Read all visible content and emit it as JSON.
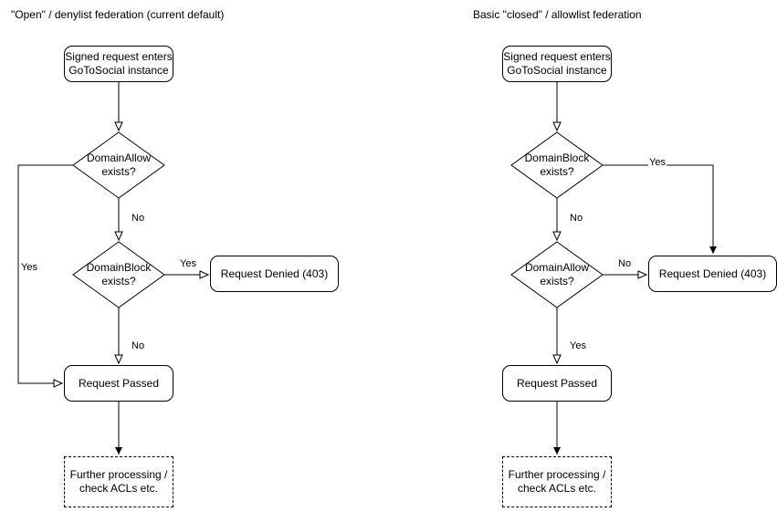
{
  "diagram": {
    "type": "flowchart",
    "background": "#ffffff",
    "stroke_color": "#000000",
    "panels": [
      {
        "id": "left",
        "title": "\"Open\" / denylist federation (current default)",
        "nodes": [
          {
            "id": "l-start",
            "shape": "rounded-rect",
            "label": "Signed request enters\nGoToSocial instance"
          },
          {
            "id": "l-allow",
            "shape": "diamond",
            "label": "DomainAllow\nexists?"
          },
          {
            "id": "l-block",
            "shape": "diamond",
            "label": "DomainBlock\nexists?"
          },
          {
            "id": "l-denied",
            "shape": "rounded-rect",
            "label": "Request Denied (403)"
          },
          {
            "id": "l-passed",
            "shape": "rounded-rect",
            "label": "Request Passed"
          },
          {
            "id": "l-further",
            "shape": "dashed-rect",
            "label": "Further processing /\ncheck ACLs etc."
          }
        ],
        "edges": [
          {
            "from": "l-start",
            "to": "l-allow",
            "label": ""
          },
          {
            "from": "l-allow",
            "to": "l-block",
            "label": "No"
          },
          {
            "from": "l-allow",
            "to": "l-passed",
            "label": "Yes"
          },
          {
            "from": "l-block",
            "to": "l-denied",
            "label": "Yes"
          },
          {
            "from": "l-block",
            "to": "l-passed",
            "label": "No"
          },
          {
            "from": "l-passed",
            "to": "l-further",
            "label": ""
          }
        ]
      },
      {
        "id": "right",
        "title": "Basic \"closed\" / allowlist federation",
        "nodes": [
          {
            "id": "r-start",
            "shape": "rounded-rect",
            "label": "Signed request enters\nGoToSocial instance"
          },
          {
            "id": "r-block",
            "shape": "diamond",
            "label": "DomainBlock\nexists?"
          },
          {
            "id": "r-allow",
            "shape": "diamond",
            "label": "DomainAllow\nexists?"
          },
          {
            "id": "r-denied",
            "shape": "rounded-rect",
            "label": "Request Denied (403)"
          },
          {
            "id": "r-passed",
            "shape": "rounded-rect",
            "label": "Request Passed"
          },
          {
            "id": "r-further",
            "shape": "dashed-rect",
            "label": "Further processing /\ncheck ACLs etc."
          }
        ],
        "edges": [
          {
            "from": "r-start",
            "to": "r-block",
            "label": ""
          },
          {
            "from": "r-block",
            "to": "r-allow",
            "label": "No"
          },
          {
            "from": "r-block",
            "to": "r-denied",
            "label": "Yes"
          },
          {
            "from": "r-allow",
            "to": "r-denied",
            "label": "No"
          },
          {
            "from": "r-allow",
            "to": "r-passed",
            "label": "Yes"
          },
          {
            "from": "r-passed",
            "to": "r-further",
            "label": ""
          }
        ]
      }
    ]
  },
  "labels": {
    "left": {
      "title": "\"Open\" / denylist federation (current default)",
      "start": "Signed request enters\nGoToSocial instance",
      "allow": "DomainAllow\nexists?",
      "block": "DomainBlock\nexists?",
      "denied": "Request Denied (403)",
      "passed": "Request Passed",
      "further": "Further processing /\ncheck ACLs etc.",
      "edge_allow_no": "No",
      "edge_allow_yes": "Yes",
      "edge_block_yes": "Yes",
      "edge_block_no": "No"
    },
    "right": {
      "title": "Basic \"closed\" / allowlist federation",
      "start": "Signed request enters\nGoToSocial instance",
      "block": "DomainBlock\nexists?",
      "allow": "DomainAllow\nexists?",
      "denied": "Request Denied (403)",
      "passed": "Request Passed",
      "further": "Further processing /\ncheck ACLs etc.",
      "edge_block_yes": "Yes",
      "edge_block_no": "No",
      "edge_allow_no": "No",
      "edge_allow_yes": "Yes"
    }
  }
}
